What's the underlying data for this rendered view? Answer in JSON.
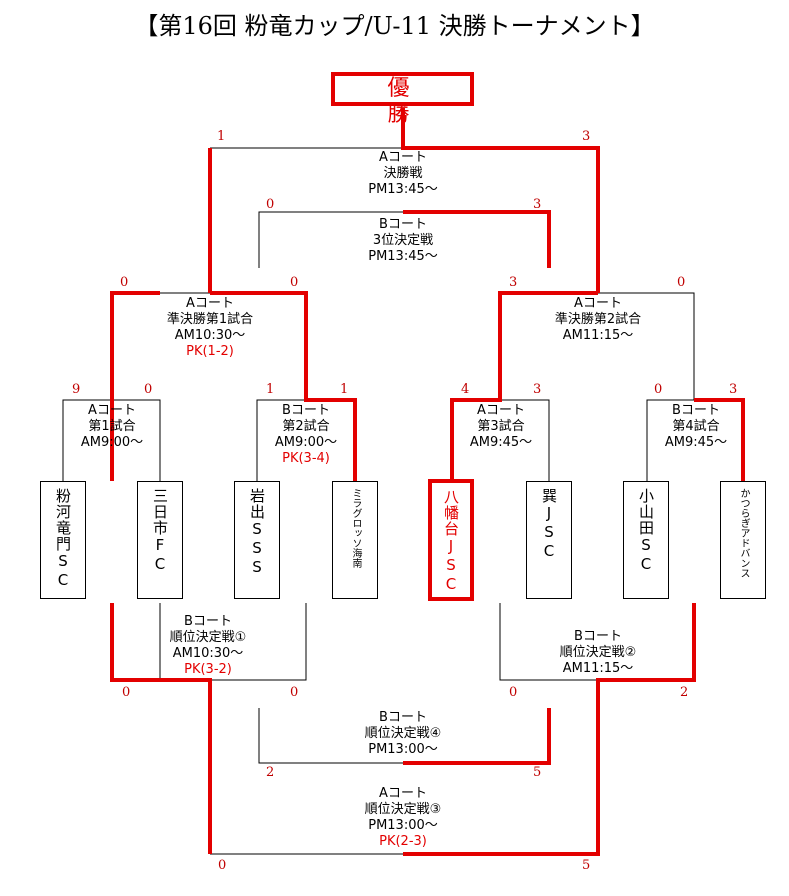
{
  "title": "【第16回 粉竜カップ/U-11 決勝トーナメント】",
  "champion_label": "優 勝",
  "teams": [
    {
      "name": "粉河竜門SC",
      "winner": false
    },
    {
      "name": "三日市FC",
      "winner": false
    },
    {
      "name": "岩出SSS",
      "winner": false
    },
    {
      "name": "ミラグロッソ海南",
      "winner": false
    },
    {
      "name": "八幡台JSC",
      "winner": true
    },
    {
      "name": "巽JSC",
      "winner": false
    },
    {
      "name": "小山田SC",
      "winner": false
    },
    {
      "name": "かつらぎアドバンス",
      "winner": false
    }
  ],
  "matches": {
    "final": {
      "court": "Aコート",
      "name": "決勝戦",
      "time": "PM13:45〜",
      "pk": ""
    },
    "third": {
      "court": "Bコート",
      "name": "3位決定戦",
      "time": "PM13:45〜",
      "pk": ""
    },
    "sf1": {
      "court": "Aコート",
      "name": "準決勝第1試合",
      "time": "AM10:30〜",
      "pk": "PK(1-2)"
    },
    "sf2": {
      "court": "Aコート",
      "name": "準決勝第2試合",
      "time": "AM11:15〜",
      "pk": ""
    },
    "qf1": {
      "court": "Aコート",
      "name": "第1試合",
      "time": "AM9:00〜",
      "pk": ""
    },
    "qf2": {
      "court": "Bコート",
      "name": "第2試合",
      "time": "AM9:00〜",
      "pk": "PK(3-4)"
    },
    "qf3": {
      "court": "Aコート",
      "name": "第3試合",
      "time": "AM9:45〜",
      "pk": ""
    },
    "qf4": {
      "court": "Bコート",
      "name": "第4試合",
      "time": "AM9:45〜",
      "pk": ""
    },
    "pl1": {
      "court": "Bコート",
      "name": "順位決定戦①",
      "time": "AM10:30〜",
      "pk": "PK(3-2)"
    },
    "pl2": {
      "court": "Bコート",
      "name": "順位決定戦②",
      "time": "AM11:15〜",
      "pk": ""
    },
    "pl4": {
      "court": "Bコート",
      "name": "順位決定戦④",
      "time": "PM13:00〜",
      "pk": ""
    },
    "pl3": {
      "court": "Aコート",
      "name": "順位決定戦③",
      "time": "PM13:00〜",
      "pk": "PK(2-3)"
    }
  },
  "scores": {
    "final": [
      "1",
      "3"
    ],
    "third": [
      "0",
      "3"
    ],
    "sf1": [
      "0",
      "0"
    ],
    "sf2": [
      "3",
      "0"
    ],
    "qf1": [
      "9",
      "0"
    ],
    "qf2": [
      "1",
      "1"
    ],
    "qf3": [
      "4",
      "3"
    ],
    "qf4": [
      "0",
      "3"
    ],
    "pl1": [
      "0",
      "0"
    ],
    "pl2": [
      "0",
      "2"
    ],
    "pl4": [
      "2",
      "5"
    ],
    "pl3": [
      "0",
      "5"
    ]
  },
  "colors": {
    "winner_line": "#e30000",
    "loser_line": "#000000",
    "score": "#c00000"
  }
}
